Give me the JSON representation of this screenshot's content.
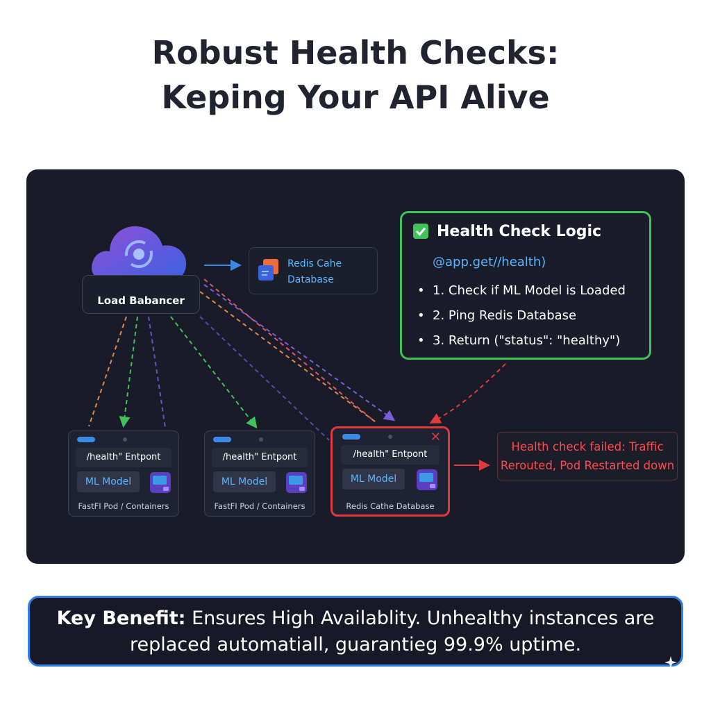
{
  "title": {
    "line1": "Robust Health Checks:",
    "line2": "Keping Your API Alive"
  },
  "load_balancer": {
    "label": "Load Babancer",
    "icon": "cloud-sync-icon"
  },
  "redis_box": {
    "line1": "Redis Cahe",
    "line2": "Database",
    "icon": "database-stack-icon"
  },
  "health_check": {
    "title": "Health Check Logic",
    "code": "@app.get//health)",
    "steps": [
      "1. Check if ML Model is Loaded",
      "2. Ping Redis Database",
      "3. Return (\"status\": \"healthy\")"
    ]
  },
  "pods": [
    {
      "endpoint": "/health\" Entpont",
      "model": "ML Model",
      "footer": "FastFI Pod / Containers"
    },
    {
      "endpoint": "/health\" Entpont",
      "model": "ML Model",
      "footer": "FastFI Pod / Containers"
    },
    {
      "endpoint": "/health\" Entpont",
      "model": "ML Model",
      "footer": "Redis Cathe Database",
      "status": "failed"
    }
  ],
  "failure": {
    "line1": "Health check failed: Traffic",
    "line2": "Rerouted, Pod Restarted down"
  },
  "benefit": {
    "label": "Key Benefit:",
    "line1_rest": " Ensures High Availablity. Unhealthy instances are",
    "line2": "replaced automatiall, guarantieg 99.9% uptime."
  },
  "colors": {
    "panel": "#191c28",
    "success": "#3fc35a",
    "danger": "#e03a3a",
    "accent": "#2f7ee8",
    "link_text": "#5ab6ff",
    "wire_orange": "#e0894a",
    "wire_green": "#3fc35a",
    "wire_purple": "#6a4fc0"
  }
}
